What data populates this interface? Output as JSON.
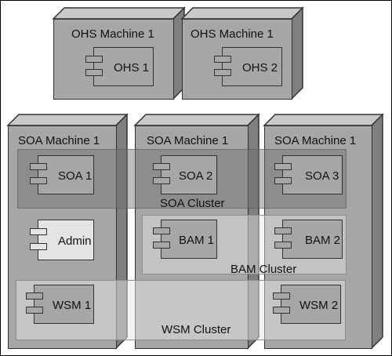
{
  "ohs_machines": [
    {
      "label": "OHS Machine 1",
      "component": "OHS 1"
    },
    {
      "label": "OHS Machine 1",
      "component": "OHS 2"
    }
  ],
  "soa_machines": [
    {
      "label": "SOA Machine 1"
    },
    {
      "label": "SOA Machine 1"
    },
    {
      "label": "SOA Machine 1"
    }
  ],
  "components": {
    "soa1": "SOA 1",
    "soa2": "SOA 2",
    "soa3": "SOA 3",
    "admin": "Admin",
    "bam1": "BAM 1",
    "bam2": "BAM 2",
    "wsm1": "WSM 1",
    "wsm2": "WSM 2"
  },
  "clusters": {
    "soa": "SOA Cluster",
    "bam": "BAM Cluster",
    "wsm": "WSM Cluster"
  },
  "colors": {
    "node_fill": "#a6a6a6",
    "node_side": "#7f7f7f",
    "node_top": "#c9c9c9",
    "cluster_soa": "#8a8a8a",
    "cluster_light": "#dcdcdc",
    "admin_fill": "#e4e4e4"
  }
}
